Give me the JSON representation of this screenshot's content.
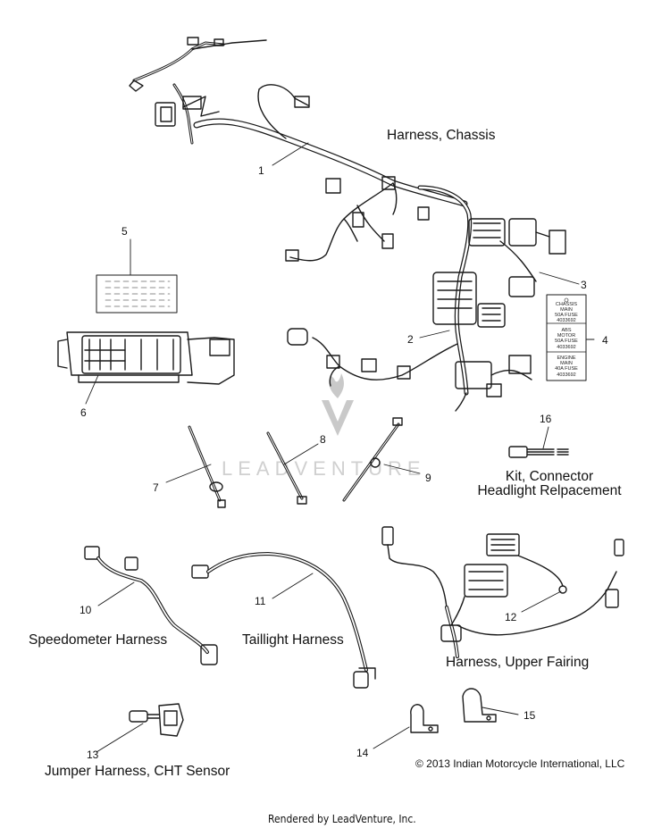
{
  "labels": {
    "harness_chassis": "Harness, Chassis",
    "kit_connector_line1": "Kit, Connector",
    "kit_connector_line2": "Headlight Relpacement",
    "speedometer_harness": "Speedometer Harness",
    "taillight_harness": "Taillight Harness",
    "harness_upper_fairing": "Harness, Upper Fairing",
    "jumper_harness": "Jumper Harness, CHT Sensor",
    "copyright": "© 2013 Indian Motorcycle International, LLC",
    "footer": "Rendered by LeadVenture, Inc."
  },
  "callouts": [
    "1",
    "2",
    "3",
    "4",
    "5",
    "6",
    "7",
    "8",
    "9",
    "10",
    "11",
    "12",
    "13",
    "14",
    "15",
    "16"
  ],
  "fuse_decal": {
    "row1": [
      "CHASSIS",
      "MAIN",
      "50A FUSE",
      "4033692"
    ],
    "row2": [
      "ABS",
      "MOTOR",
      "50A FUSE",
      "4033692"
    ],
    "row3": [
      "ENGINE",
      "MAIN",
      "40A FUSE",
      "4033692"
    ]
  },
  "watermark": "LEADVENTURE",
  "colors": {
    "line": "#1a1a1a",
    "watermark": "#d0d0d0"
  }
}
